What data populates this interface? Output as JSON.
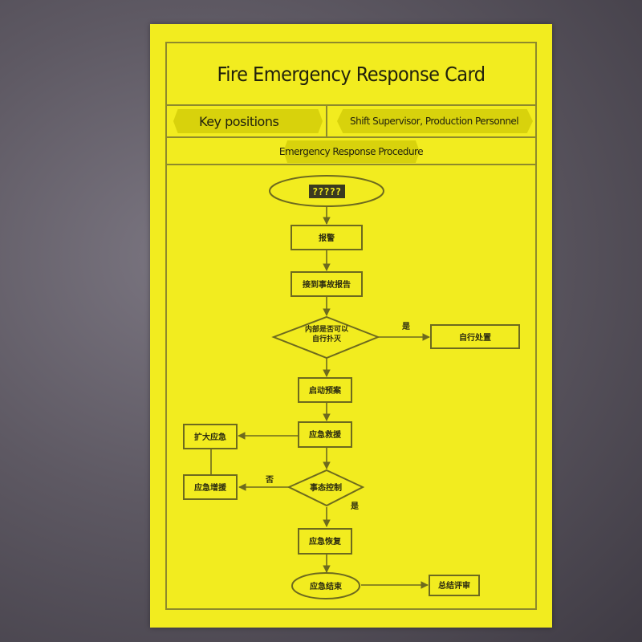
{
  "card": {
    "title": "Fire Emergency Response Card",
    "key_positions_label": "Key positions",
    "key_positions_value": "Shift Supervisor, Production Personnel",
    "procedure_label": "Emergency Response Procedure"
  },
  "flowchart": {
    "nodes": [
      {
        "id": "start",
        "label": "?????"
      },
      {
        "id": "alarm",
        "label": "报警"
      },
      {
        "id": "report",
        "label": "接到事故报告"
      },
      {
        "id": "decide",
        "label": "内部是否可以自行扑灭"
      },
      {
        "id": "self",
        "label": "自行处置"
      },
      {
        "id": "plan",
        "label": "启动预案"
      },
      {
        "id": "rescue",
        "label": "应急救援"
      },
      {
        "id": "expand",
        "label": "扩大应急"
      },
      {
        "id": "reinforce",
        "label": "应急增援"
      },
      {
        "id": "control",
        "label": "事态控制"
      },
      {
        "id": "recover",
        "label": "应急恢复"
      },
      {
        "id": "end",
        "label": "应急结束"
      },
      {
        "id": "review",
        "label": "总结评审"
      }
    ],
    "edge_labels": {
      "decide_yes": "是",
      "control_no": "否",
      "control_yes": "是"
    }
  }
}
